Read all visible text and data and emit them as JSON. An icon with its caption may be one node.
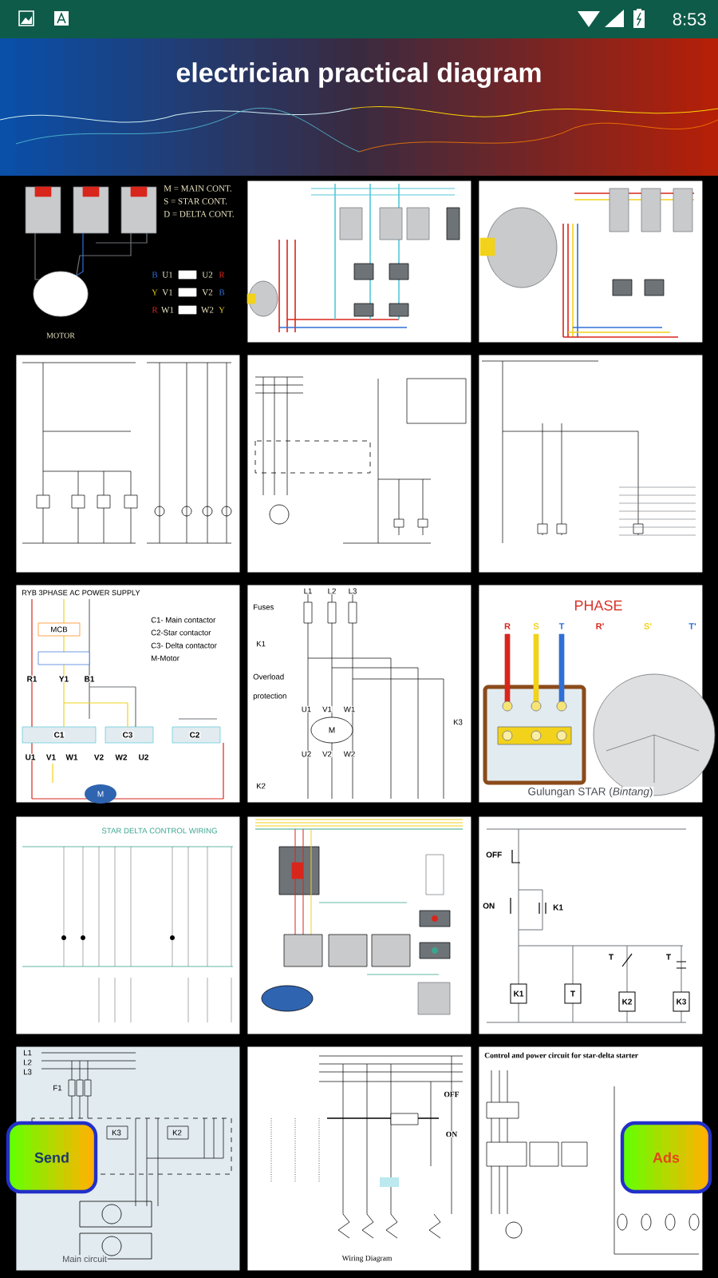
{
  "diagram": {
    "title": "electrician practical diagram",
    "nodes": [
      {
        "text": [
          "M = MAIN CONT.",
          "S = STAR CONT.",
          "D = DELTA CONT.",
          "B",
          "U1",
          "U2",
          "R",
          "Y",
          "V1",
          "V2",
          "B",
          "R",
          "W1",
          "W2",
          "Y",
          "MOTOR"
        ]
      },
      {
        "text": [],
        "shape": "picture"
      },
      {
        "text": [],
        "shape": "picture"
      },
      {
        "text": [],
        "shape": "picture"
      },
      {
        "text": [],
        "shape": "picture"
      },
      {
        "text": [],
        "shape": "picture"
      },
      {
        "text": [
          "RYB 3PHASE AC POWER SUPPLY",
          "MCB",
          "C1- Main contactor",
          "C2-Star contactor",
          "C3- Delta contactor",
          "M-Motor",
          "R1",
          "Y1",
          "B1",
          "C1",
          "C3",
          "C2",
          "U1",
          "V1",
          "W1",
          "V2",
          "W2",
          "U2",
          "M"
        ]
      },
      {
        "text": [
          "L1",
          "L2",
          "L3",
          "Fuses",
          "K1",
          "Overload protection",
          "U1",
          "V1",
          "W1",
          "K3",
          "M",
          "U2",
          "V2",
          "W2",
          "K2"
        ]
      },
      {
        "text": [
          "PHASE",
          "R",
          "S",
          "T",
          "R'",
          "S'",
          "T'",
          "Gulungan STAR (*Bintang*)"
        ]
      },
      {
        "text": [
          "STAR DELTA CONTROL WIRING"
        ]
      },
      {
        "text": [],
        "shape": "picture"
      },
      {
        "text": [
          "OFF",
          "ON",
          "K1",
          "T",
          "T",
          "K1",
          "T",
          "K2",
          "K3"
        ]
      },
      {
        "text": [
          "L1",
          "L2",
          "L3",
          "F1",
          "K3",
          "K2",
          "Main circuit"
        ]
      },
      {
        "text": [
          "OFF",
          "ON",
          "Wiring Diagram"
        ]
      },
      {
        "text": [
          "Control and power circuit for star-delta starter"
        ]
      },
      {
        "text": [
          "Send"
        ]
      },
      {
        "text": [
          "Ads"
        ]
      }
    ],
    "labels": [
      "8:53"
    ]
  }
}
